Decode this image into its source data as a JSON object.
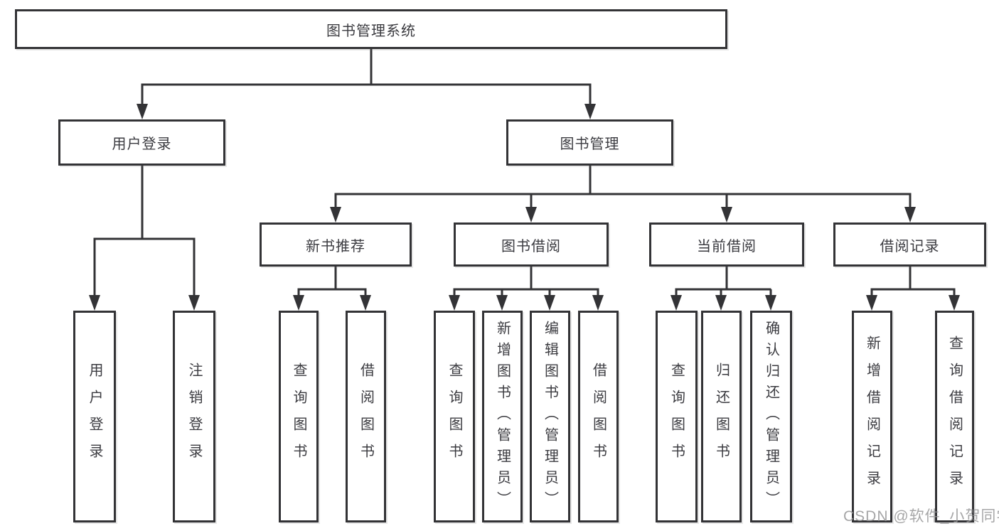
{
  "diagram_title": "图书管理系统",
  "nodes": {
    "root": "图书管理系统",
    "user_login": "用户登录",
    "book_mgmt": "图书管理",
    "user_login_leaf": "用户登录",
    "logout": "注销登录",
    "new_book_rec": "新书推荐",
    "book_borrow": "图书借阅",
    "current_borrow": "当前借阅",
    "borrow_record": "借阅记录",
    "nb_query": "查询图书",
    "nb_borrow": "借阅图书",
    "bb_query": "查询图书",
    "bb_add": "新增图书（管理员）",
    "bb_edit": "编辑图书（管理员）",
    "bb_borrow": "借阅图书",
    "cb_query": "查询图书",
    "cb_return": "归还图书",
    "cb_confirm": "确认归还（管理员）",
    "br_add": "新增借阅记录",
    "br_query": "查询借阅记录"
  },
  "hierarchy": {
    "图书管理系统": {
      "用户登录": [
        "用户登录",
        "注销登录"
      ],
      "图书管理": {
        "新书推荐": [
          "查询图书",
          "借阅图书"
        ],
        "图书借阅": [
          "查询图书",
          "新增图书（管理员）",
          "编辑图书（管理员）",
          "借阅图书"
        ],
        "当前借阅": [
          "查询图书",
          "归还图书",
          "确认归还（管理员）"
        ],
        "借阅记录": [
          "新增借阅记录",
          "查询借阅记录"
        ]
      }
    }
  },
  "watermark": "CSDN @软件_小贺同学",
  "colors": {
    "line": "#333336",
    "text": "#3b3b40",
    "box_fill": "#ffffff",
    "watermark": "#969698",
    "background": "#ffffff"
  }
}
